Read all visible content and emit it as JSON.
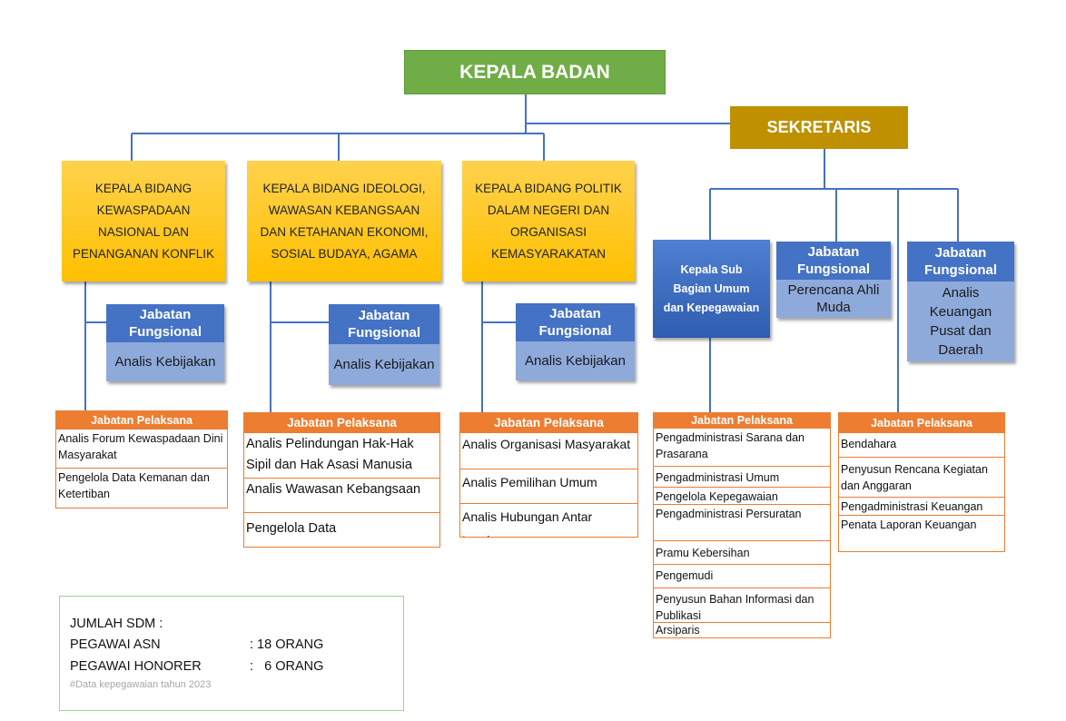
{
  "kepala_badan": "KEPALA BADAN",
  "sekretaris": "SEKRETARIS",
  "bidang": [
    "KEPALA BIDANG KEWASPADAAN NASIONAL DAN PENANGANAN KONFLIK",
    "KEPALA BIDANG IDEOLOGI, WAWASAN KEBANGSAAN DAN KETAHANAN EKONOMI, SOSIAL BUDAYA, AGAMA",
    "KEPALA BIDANG POLITIK DALAM NEGERI DAN ORGANISASI KEMASYARAKATAN"
  ],
  "jabatan_fungsional": {
    "title": "Jabatan Fungsional",
    "bidang_items": [
      "Analis Kebijakan",
      "Analis Kebijakan",
      "Analis Kebijakan"
    ],
    "sekretariat_items": [
      "Perencana Ahli Muda",
      "Analis Keuangan Pusat dan Daerah"
    ]
  },
  "kepala_sub_bagian": "Kepala Sub Bagian Umum dan Kepegawaian",
  "jabatan_pelaksana": {
    "title": "Jabatan Pelaksana",
    "bidang1": [
      "Analis Forum Kewaspadaan Dini Masyarakat",
      "Pengelola Data Kemanan dan Ketertiban"
    ],
    "bidang2": [
      "Analis Pelindungan Hak-Hak Sipil dan Hak Asasi Manusia",
      "Analis Wawasan Kebangsaan",
      "Pengelola Data"
    ],
    "bidang3": [
      "Analis Organisasi Masyarakat",
      "Analis Pemilihan Umum",
      "Analis Hubungan Antar Lembaga"
    ],
    "umum": [
      "Pengadministrasi Sarana dan Prasarana",
      "Pengadministrasi Umum",
      "Pengelola Kepegawaian",
      "Pengadministrasi Persuratan",
      "Pramu Kebersihan",
      "Pengemudi",
      "Penyusun Bahan Informasi dan Publikasi",
      "Arsiparis"
    ],
    "keuangan": [
      "Bendahara",
      "Penyusun Rencana Kegiatan dan Anggaran",
      "Pengadministrasi Keuangan",
      "Penata Laporan Keuangan"
    ]
  },
  "jumlah_sdm": {
    "title": "JUMLAH SDM :",
    "asn_label": "PEGAWAI ASN",
    "asn_value": ": 18 ORANG",
    "honorer_label": "PEGAWAI HONORER",
    "honorer_value": ":   6 ORANG",
    "note": "#Data kepegawaian tahun 2023"
  },
  "colors": {
    "connector": "#4472c4",
    "kepala_badan": "#70ad47",
    "sekretaris": "#bf9000",
    "bidang": "#ffc000",
    "fungsional_head": "#4472c4",
    "fungsional_body": "#8eaadb",
    "pelaksana": "#ed7d31"
  }
}
